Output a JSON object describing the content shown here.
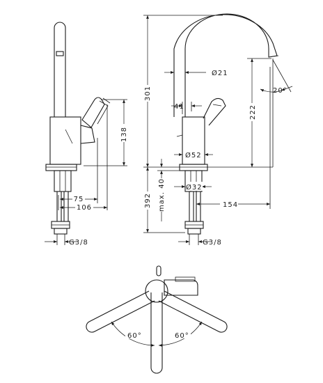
{
  "dims": {
    "height_spout": "301",
    "height_base": "392",
    "lever_height": "138",
    "spout_clearance": "222",
    "spout_dia": "Ø21",
    "lever_offset": "41",
    "body_dia": "Ø52",
    "hose_dia": "Ø32",
    "counter_max": "max. 40",
    "reach": "154",
    "angle_spout": "20°",
    "dist_75": "75",
    "dist_106": "106",
    "thread_left": "G3/8",
    "thread_right": "G3/8",
    "swivel_left": "60°",
    "swivel_right": "60°"
  }
}
